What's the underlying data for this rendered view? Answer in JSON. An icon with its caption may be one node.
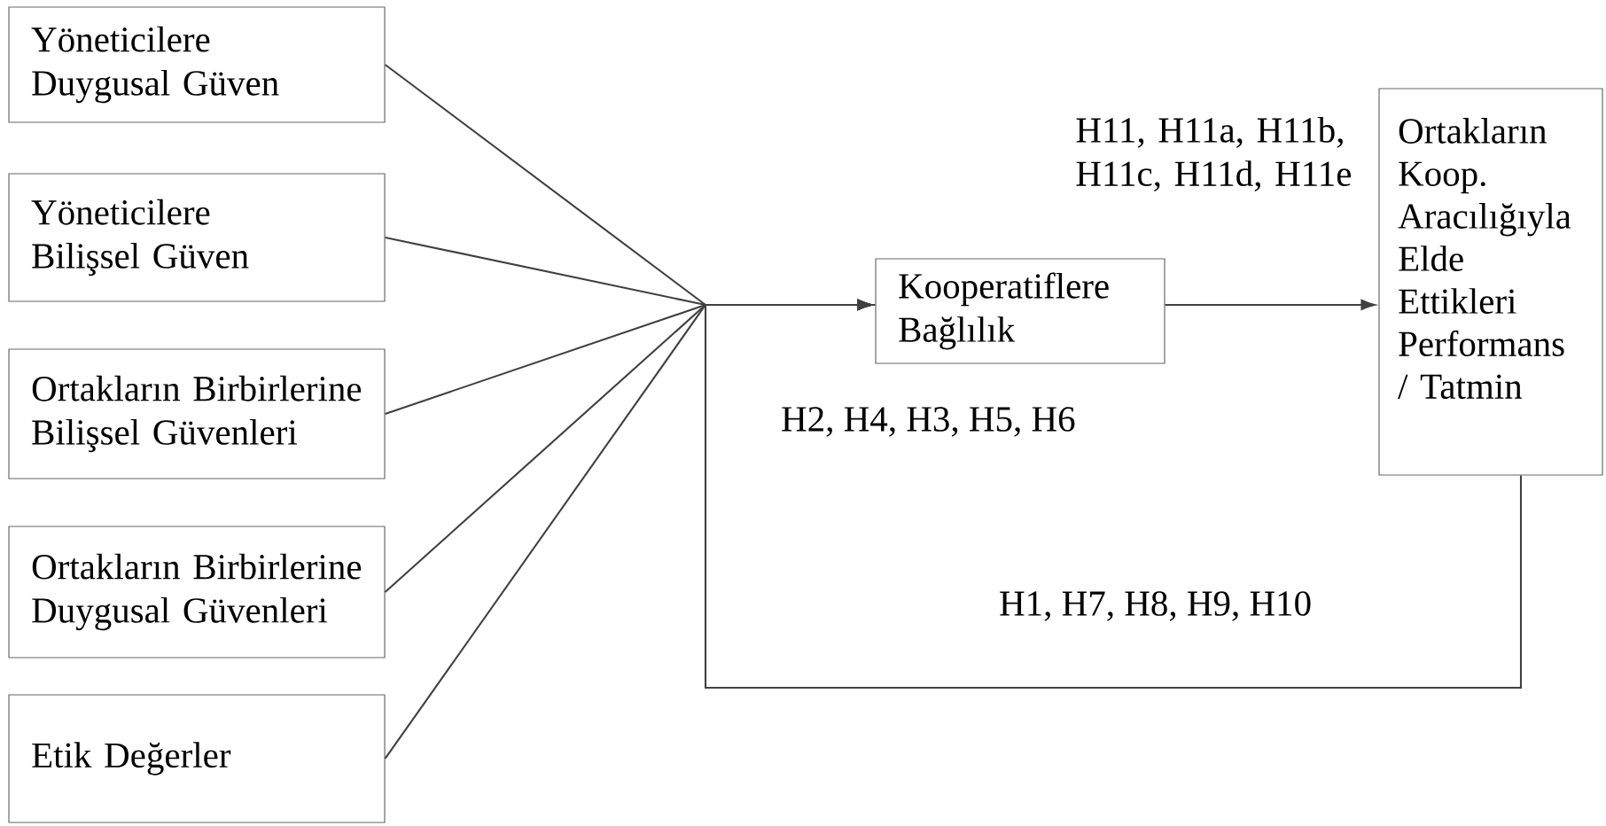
{
  "diagram": {
    "nodes": [
      {
        "text": [
          "Yöneticilere Duygusal Güven"
        ]
      },
      {
        "text": [
          "Yöneticilere Bilişsel Güven"
        ]
      },
      {
        "text": [
          "Ortakların Birbirlerine Bilişsel Güvenleri"
        ]
      },
      {
        "text": [
          "Ortakların Birbirlerine Duygusal Güvenleri"
        ]
      },
      {
        "text": [
          "Etik Değerler"
        ]
      },
      {
        "text": [
          "Kooperatiflere Bağlılık"
        ]
      },
      {
        "text": [
          "Ortakların Koop. Aracılığıyla Elde Ettikleri Performans / Tatmin"
        ]
      }
    ],
    "edges": [
      {
        "from": 0,
        "to": 5,
        "arrow": "to"
      },
      {
        "from": 1,
        "to": 5,
        "arrow": "to"
      },
      {
        "from": 2,
        "to": 5,
        "arrow": "to"
      },
      {
        "from": 3,
        "to": 5,
        "arrow": "to"
      },
      {
        "from": 4,
        "to": 5,
        "arrow": "to"
      },
      {
        "from": 0,
        "to": 6,
        "arrow": "none"
      },
      {
        "from": 1,
        "to": 6,
        "arrow": "none"
      },
      {
        "from": 2,
        "to": 6,
        "arrow": "none"
      },
      {
        "from": 3,
        "to": 6,
        "arrow": "none"
      },
      {
        "from": 4,
        "to": 6,
        "arrow": "none"
      },
      {
        "from": 5,
        "to": 6,
        "arrow": "to",
        "label": "H11, H11a, H11b, H11c, H11d, H11e"
      }
    ],
    "labels": [
      "H2, H4, H3, H5, H6",
      "H1, H7, H8, H9, H10"
    ]
  }
}
